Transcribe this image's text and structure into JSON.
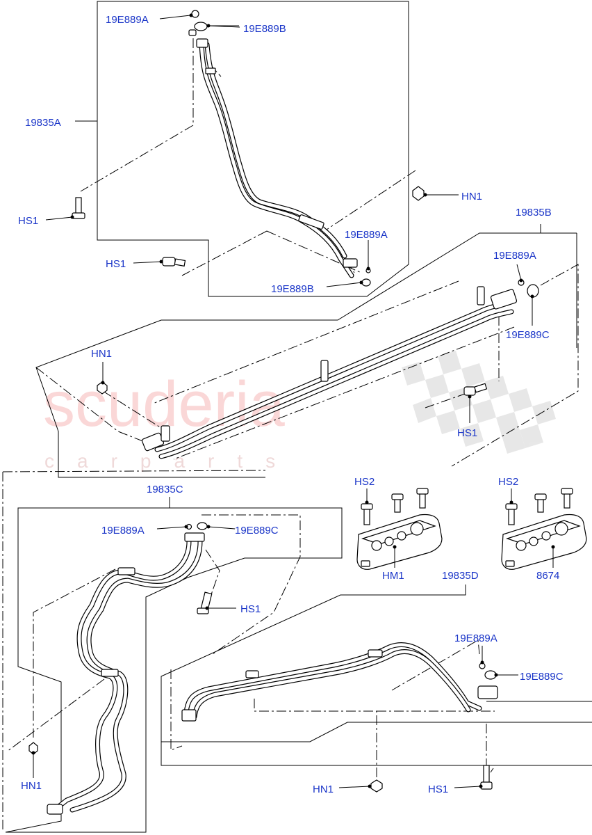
{
  "watermark": {
    "main": "scuderia",
    "sub": "carparts"
  },
  "callouts": {
    "a_19835A": "19835A",
    "a_19E889A_top": "19E889A",
    "a_19E889B_top": "19E889B",
    "a_HS1_left": "HS1",
    "a_HS1_mid": "HS1",
    "a_HN1_top": "HN1",
    "a_19E889A_mid": "19E889A",
    "a_19E889B_mid": "19E889B",
    "b_19835B": "19835B",
    "b_19E889A": "19E889A",
    "b_19E889C": "19E889C",
    "b_HN1": "HN1",
    "b_HS1": "HS1",
    "c_19835C": "19835C",
    "c_19E889A": "19E889A",
    "c_19E889C": "19E889C",
    "c_HS1": "HS1",
    "c_HN1": "HN1",
    "m_HS2_left": "HS2",
    "m_HS2_right": "HS2",
    "m_HM1": "HM1",
    "m_8674": "8674",
    "d_19835D": "19835D",
    "d_19E889A": "19E889A",
    "d_19E889C": "19E889C",
    "d_HN1": "HN1",
    "d_HS1": "HS1"
  },
  "colors": {
    "callout_text": "#1a35c8",
    "watermark": "#f6b7b7"
  }
}
